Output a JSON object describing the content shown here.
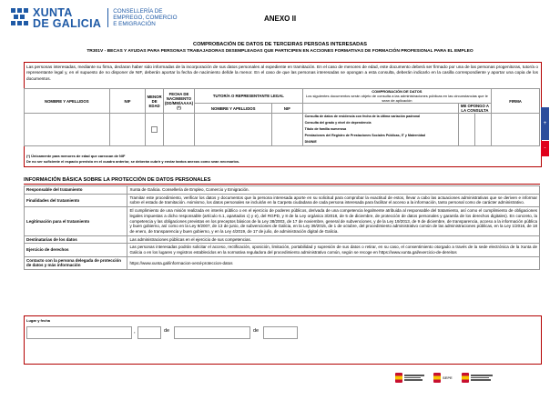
{
  "header": {
    "brand_line1": "XUNTA",
    "brand_line2": "DE GALICIA",
    "dept_line1": "CONSELLERÍA DE",
    "dept_line2": "EMPREGO, COMERCIO",
    "dept_line3": "E EMIGRACIÓN",
    "annex": "ANEXO II"
  },
  "titles": {
    "main": "COMPROBACIÓN DE DATOS DE TERCEIRAS PERSOAS INTERESADAS",
    "sub": "TR301V - BECAS Y AYUDAS PARA PERSONAS TRABAJADORAS DESEMPLEADAS QUE PARTICIPEN EN ACCIONES FORMATIVAS DE FORMACIÓN PROFESIONAL PARA EL EMPLEO"
  },
  "consent": {
    "intro": "Las personas interesadas, mediante su firma, declaran haber sido informadas de la incorporación de sus datos personales al expediente en tramitación. En el caso de menores de edad, este documento deberá ser firmado por una de las personas progenitoras, tutor/a o representante legal y, en el supuesto de no disponer de NIF, deberán aportar la fecha de nacimiento del/de la menor. En el caso de que las personas interesadas se opongan a esta consulta, deberán indicarlo en la casilla correspondiente y aportar una copia de los documentos.",
    "col_name": "NOMBRE Y APELLIDOS",
    "col_nif": "NIF",
    "col_minor": "MENOR DE EDAD",
    "col_birth": "FECHA DE NACIMIENTO (DD/MM/AAAA) (*)",
    "col_tutor": "TUTOR/A O REPRESENTANTE LEGAL",
    "col_tutor_name": "NOMBRE Y APELLIDOS",
    "col_tutor_nif": "NIF",
    "col_check": "COMPROBACIÓN DE DATOS",
    "col_check_desc": "Los siguientes documentos serán objeto de consulta a las administraciones públicas en las circunstancias que le sean de aplicación",
    "col_oppose": "ME OPONGO A LA CONSULTA",
    "col_sign": "FIRMA",
    "docs": [
      "Consulta de datos de residencia con fecha de la última variación padronal",
      "Consulta del grado y nivel de dependencia",
      "Título de familia numerosa",
      "Prestaciones del Registro de Prestaciones Sociales Públicas, IT y Maternidad",
      "DNI/NIE"
    ],
    "note1": "(*) Únicamente para menores de edad que carezcan de NIF",
    "note2": "De no ser suficiente el espacio previsto en el cuadro anterior, se deberán cubrir y enviar tantos anexos como sean necesarios.",
    "add_label": "+",
    "remove_label": "-"
  },
  "info": {
    "title": "INFORMACIÓN BÁSICA SOBRE LA PROTECCIÓN DE DATOS PERSONALES",
    "rows": [
      {
        "label": "Responsable del tratamiento",
        "value": "Xunta de Galicia. Consellería de Empleo, Comercio y Emigración."
      },
      {
        "label": "Finalidades del tratamiento",
        "value": "Tramitar este procedimiento, verificar los datos y documentos que la persona interesada aporte en su solicitud para comprobar la exactitud de estos, llevar a cabo las actuaciones administrativas que se deriven e informar sobre el estado de tramitación. Asimismo, los datos personales se incluirán en la Carpeta ciudadana de cada persona interesada para facilitar el acceso a la información, tanto personal como de carácter administrativo."
      },
      {
        "label": "Legitimación para el tratamiento",
        "value": "El cumplimiento de una misión realizada en interés público o en el ejercicio de poderes públicos, derivada de una competencia legalmente atribuida al responsable del tratamiento, así como el cumplimiento de obligaciones legales impuestas a dicho responsable (artículo 6.1, apartados c) y e), del RGPD, y 8 de la Ley orgánica 3/2018, de 5 de diciembre, de protección de datos personales y garantía de los derechos digitales). En concreto, la competencia y las obligaciones previstas en los preceptos básicos de la Ley 38/2003, de 17 de noviembre, general de subvenciones, y de la Ley 19/2013, de 9 de diciembre, de transparencia, acceso a la información pública y buen gobierno, así como en la Ley 9/2007, de 13 de junio, de subvenciones de Galicia, en la Ley 39/2015, de 1 de octubre, del procedimiento administrativo común de las administraciones públicas, en la Ley 1/2016, de 18 de enero, de transparencia y buen gobierno, y en la Ley 4/2019, de 17 de julio, de administración digital de Galicia."
      },
      {
        "label": "Destinatarias de los datos",
        "value": "Las administraciones públicas en el ejercicio de sus competencias."
      },
      {
        "label": "Ejercicio de derechos",
        "value": "Las personas interesadas podrán solicitar el acceso, rectificación, oposición, limitación, portabilidad y supresión de sus datos o retirar, en su caso, el consentimiento otorgado a través de la sede electrónica de la Xunta de Galicia o en los lugares y registros establecidos en la normativa reguladora del procedimiento administrativo común, según se recoge en https://www.xunta.gal/exercicio-de-dereitos"
      },
      {
        "label": "Contacto con la persona delegada de protección de datos y más información",
        "value": "https://www.xunta.gal/informacion-xeral-proteccion-datos"
      }
    ]
  },
  "signature": {
    "place_date_label": "Lugar y fecha",
    "comma": ",",
    "de1": "de",
    "de2": "de"
  },
  "footer": {
    "sepe_label": "SEPE"
  },
  "colors": {
    "brand_blue": "#1f5aa6",
    "border_red": "#b30000",
    "add_blue": "#2b4c9c",
    "remove_red": "#e0001b"
  }
}
